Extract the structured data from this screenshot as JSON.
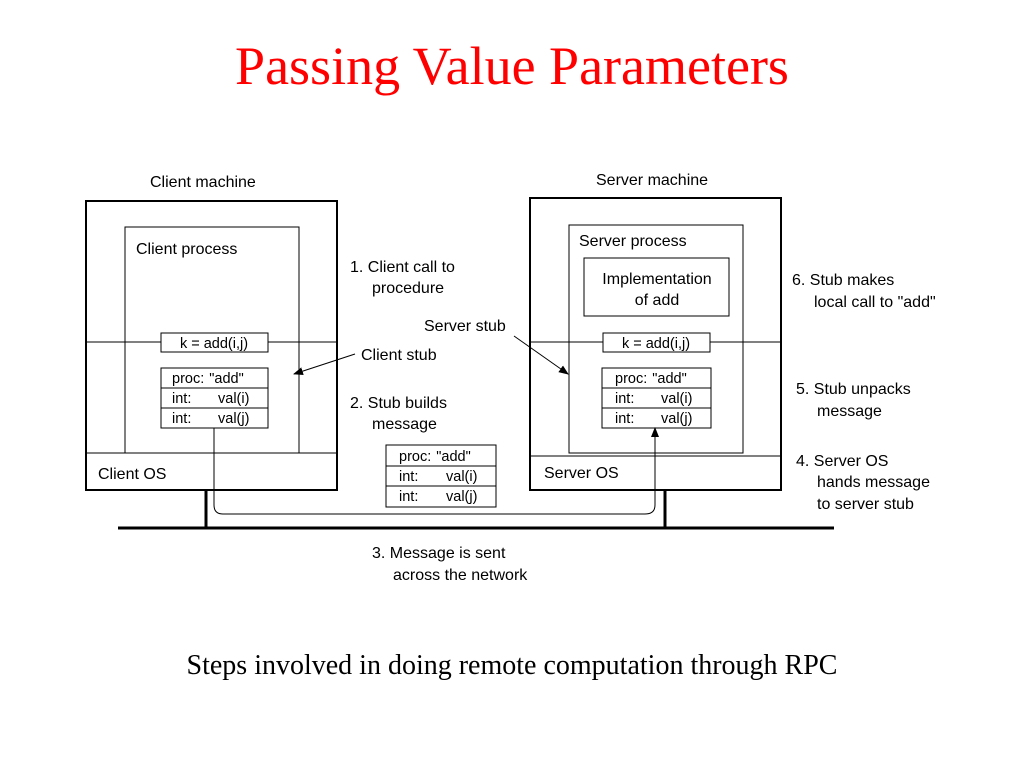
{
  "title": "Passing Value Parameters",
  "title_color": "#ff0000",
  "caption": "Steps involved in doing remote computation through RPC",
  "client": {
    "machine_label": "Client machine",
    "process_label": "Client process",
    "call": "k = add(i,j)",
    "stub_label": "Client stub",
    "os_label": "Client OS"
  },
  "server": {
    "machine_label": "Server machine",
    "process_label": "Server process",
    "impl_line1": "Implementation",
    "impl_line2": "of add",
    "call": "k = add(i,j)",
    "stub_label": "Server stub",
    "os_label": "Server OS"
  },
  "message": {
    "rows": [
      {
        "a": "proc:",
        "b": "\"add\""
      },
      {
        "a": "int:",
        "b": "val(i)"
      },
      {
        "a": "int:",
        "b": "val(j)"
      }
    ]
  },
  "steps": {
    "s1": [
      "1. Client call to",
      "procedure"
    ],
    "s2": [
      "2. Stub builds",
      "message"
    ],
    "s3": [
      "3. Message is sent",
      "across the network"
    ],
    "s4": [
      "4. Server OS",
      "hands message",
      "to server stub"
    ],
    "s5": [
      "5. Stub unpacks",
      "message"
    ],
    "s6": [
      "6. Stub makes",
      "local call to \"add\""
    ]
  }
}
